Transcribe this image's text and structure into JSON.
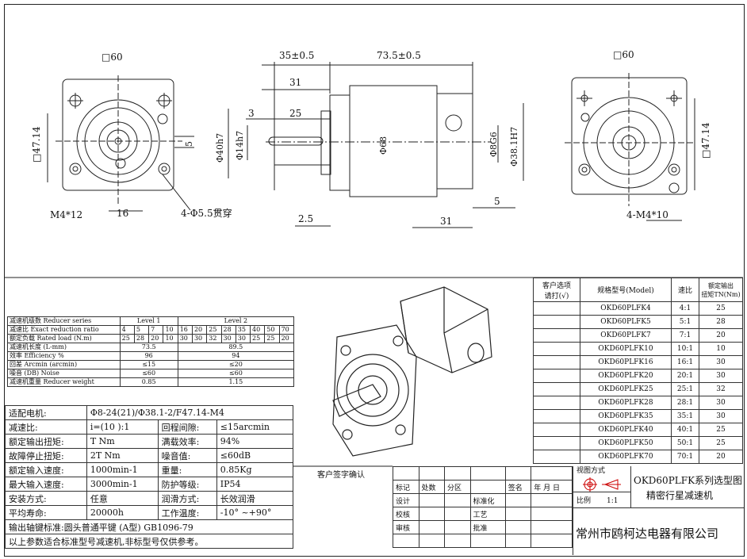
{
  "front_left": {
    "square": "□60",
    "height": "□47.14",
    "screw": "M4*12",
    "offset": "16",
    "holes": "4-Φ5.5贯穿",
    "key": "5"
  },
  "side_view": {
    "dim_a": "35±0.5",
    "dim_b": "73.5±0.5",
    "dim_31": "31",
    "dim_3": "3",
    "dim_25": "25",
    "d40": "Φ40h7",
    "d14": "Φ14h7",
    "d68": "Φ68",
    "d8": "Φ8G6",
    "d38": "Φ38.1H7",
    "dim_25b": "2.5",
    "dim_31b": "31",
    "dim_5": "5"
  },
  "front_right": {
    "square": "□60",
    "height": "□47.14",
    "screws": "4-M4*10"
  },
  "spec": {
    "rows": [
      [
        "减速机级数 Reducer series",
        "Level 1",
        "Level 2"
      ],
      [
        "减速比 Exact reduction ratio",
        [
          "4",
          "5",
          "7",
          "10",
          "16",
          "20",
          "25",
          "28",
          "35",
          "40",
          "50",
          "70"
        ]
      ],
      [
        "额定负载 Rated load  (N.m)",
        [
          "25",
          "28",
          "20",
          "10",
          "30",
          "30",
          "32",
          "30",
          "30",
          "25",
          "25",
          "20"
        ]
      ],
      [
        "减速机长度 (L-mm)",
        "73.5",
        "89.5"
      ],
      [
        "效率 Efficiency %",
        "96",
        "94"
      ],
      [
        "回差 Arcmin  (arcmin)",
        "≤15",
        "≤20"
      ],
      [
        "噪音 (DB) Noise",
        "≤60",
        "≤60"
      ],
      [
        "减速机重量 Reducer weight",
        "0.85",
        "1.15"
      ]
    ]
  },
  "params": {
    "motor": [
      "适配电机:",
      "Φ8-24(21)/Φ38.1-2/F47.14-M4"
    ],
    "rows": [
      [
        "减速比:",
        "i=(10 ):1",
        "回程间隙:",
        "≤15arcmin"
      ],
      [
        "额定输出扭矩:",
        "T  Nm",
        "满载效率:",
        "94%"
      ],
      [
        "故障停止扭矩:",
        "2T  Nm",
        "噪音值:",
        "≤60dB"
      ],
      [
        "额定输入速度:",
        "1000min-1",
        "重量:",
        "0.85Kg"
      ],
      [
        "最大输入速度:",
        "3000min-1",
        "防护等级:",
        "IP54"
      ],
      [
        "安装方式:",
        "任意",
        "润滑方式:",
        "长效润滑"
      ],
      [
        "平均寿命:",
        "20000h",
        "工作温度:",
        "-10° ~+90°"
      ]
    ],
    "shaft": "输出轴键标准:圆头普通平键 (A型) GB1096-79",
    "note": "以上参数适合标准型号减速机,非标型号仅供参考。"
  },
  "models": {
    "headers": [
      "客户选项\n请打(√)",
      "规格型号(Model)",
      "速比",
      "额定输出\n扭矩TN(Nm)"
    ],
    "rows": [
      [
        "OKD60PLFK4",
        "4:1",
        "25"
      ],
      [
        "OKD60PLFK5",
        "5:1",
        "28"
      ],
      [
        "OKD60PLFK7",
        "7:1",
        "20"
      ],
      [
        "OKD60PLFK10",
        "10:1",
        "10"
      ],
      [
        "OKD60PLFK16",
        "16:1",
        "30"
      ],
      [
        "OKD60PLFK20",
        "20:1",
        "30"
      ],
      [
        "OKD60PLFK25",
        "25:1",
        "32"
      ],
      [
        "OKD60PLFK28",
        "28:1",
        "30"
      ],
      [
        "OKD60PLFK35",
        "35:1",
        "30"
      ],
      [
        "OKD60PLFK40",
        "40:1",
        "25"
      ],
      [
        "OKD60PLFK50",
        "50:1",
        "25"
      ],
      [
        "OKD60PLFK70",
        "70:1",
        "20"
      ]
    ]
  },
  "title_block": {
    "client_sign": "客户签字确认",
    "marks": [
      "标记",
      "处数",
      "分区",
      "签名",
      "年 月 日"
    ],
    "roles": [
      "设计",
      "校核",
      "审核"
    ],
    "roles2": [
      "标准化",
      "工艺",
      "批准"
    ],
    "view": "视图方式",
    "scale_label": "比例",
    "scale": "1:1",
    "title1": "OKD60PLFK系列选型图",
    "title2": "精密行星减速机",
    "company": "常州市鸥柯达电器有限公司"
  }
}
